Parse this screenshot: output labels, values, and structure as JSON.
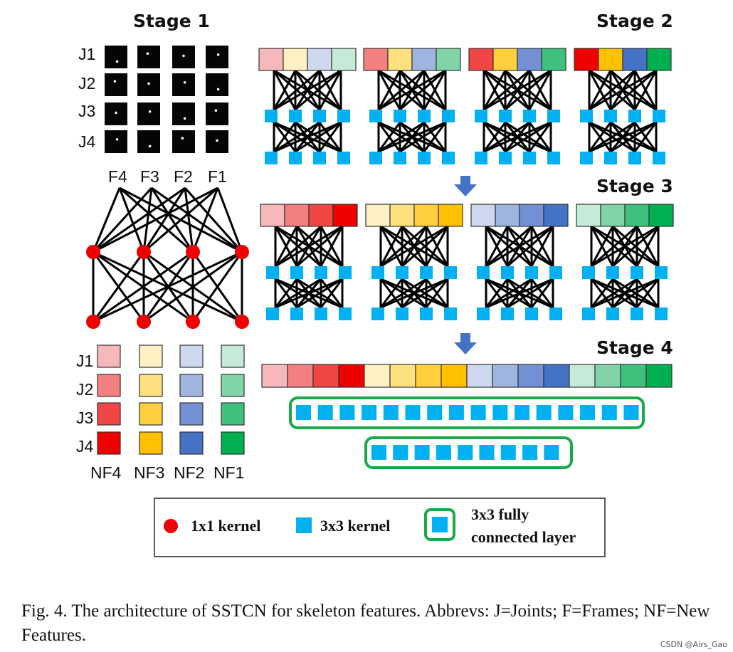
{
  "stages": {
    "stage1": "Stage 1",
    "stage2": "Stage 2",
    "stage3": "Stage 3",
    "stage4": "Stage 4"
  },
  "joints": [
    "J1",
    "J2",
    "J3",
    "J4"
  ],
  "frames": [
    "F4",
    "F3",
    "F2",
    "F1"
  ],
  "new_features": [
    "NF4",
    "NF3",
    "NF2",
    "NF1"
  ],
  "palette": {
    "red": [
      "#f7b8bb",
      "#f47f7f",
      "#f04646",
      "#ee0000"
    ],
    "yellow": [
      "#fff0c4",
      "#ffe07e",
      "#ffcf3e",
      "#ffc000"
    ],
    "blue": [
      "#cdd8ee",
      "#a0b4e0",
      "#7490d4",
      "#4472c4"
    ],
    "green": [
      "#c5ead8",
      "#80d4a8",
      "#3ec17c",
      "#00b050"
    ]
  },
  "colors": {
    "node_1x1": "#ee0000",
    "node_3x3": "#00b0f0",
    "fc_border": "#1aaa4a",
    "arrow": "#4472c4"
  },
  "legend": {
    "item1": "1x1 kernel",
    "item2": "3x3 kernel",
    "item3_line1": "3x3 fully",
    "item3_line2": "connected layer"
  },
  "caption": "Fig. 4.  The architecture of SSTCN for skeleton features. Abbrevs: J=Joints; F=Frames; NF=New Features.",
  "watermark": "CSDN @Airs_Gao"
}
